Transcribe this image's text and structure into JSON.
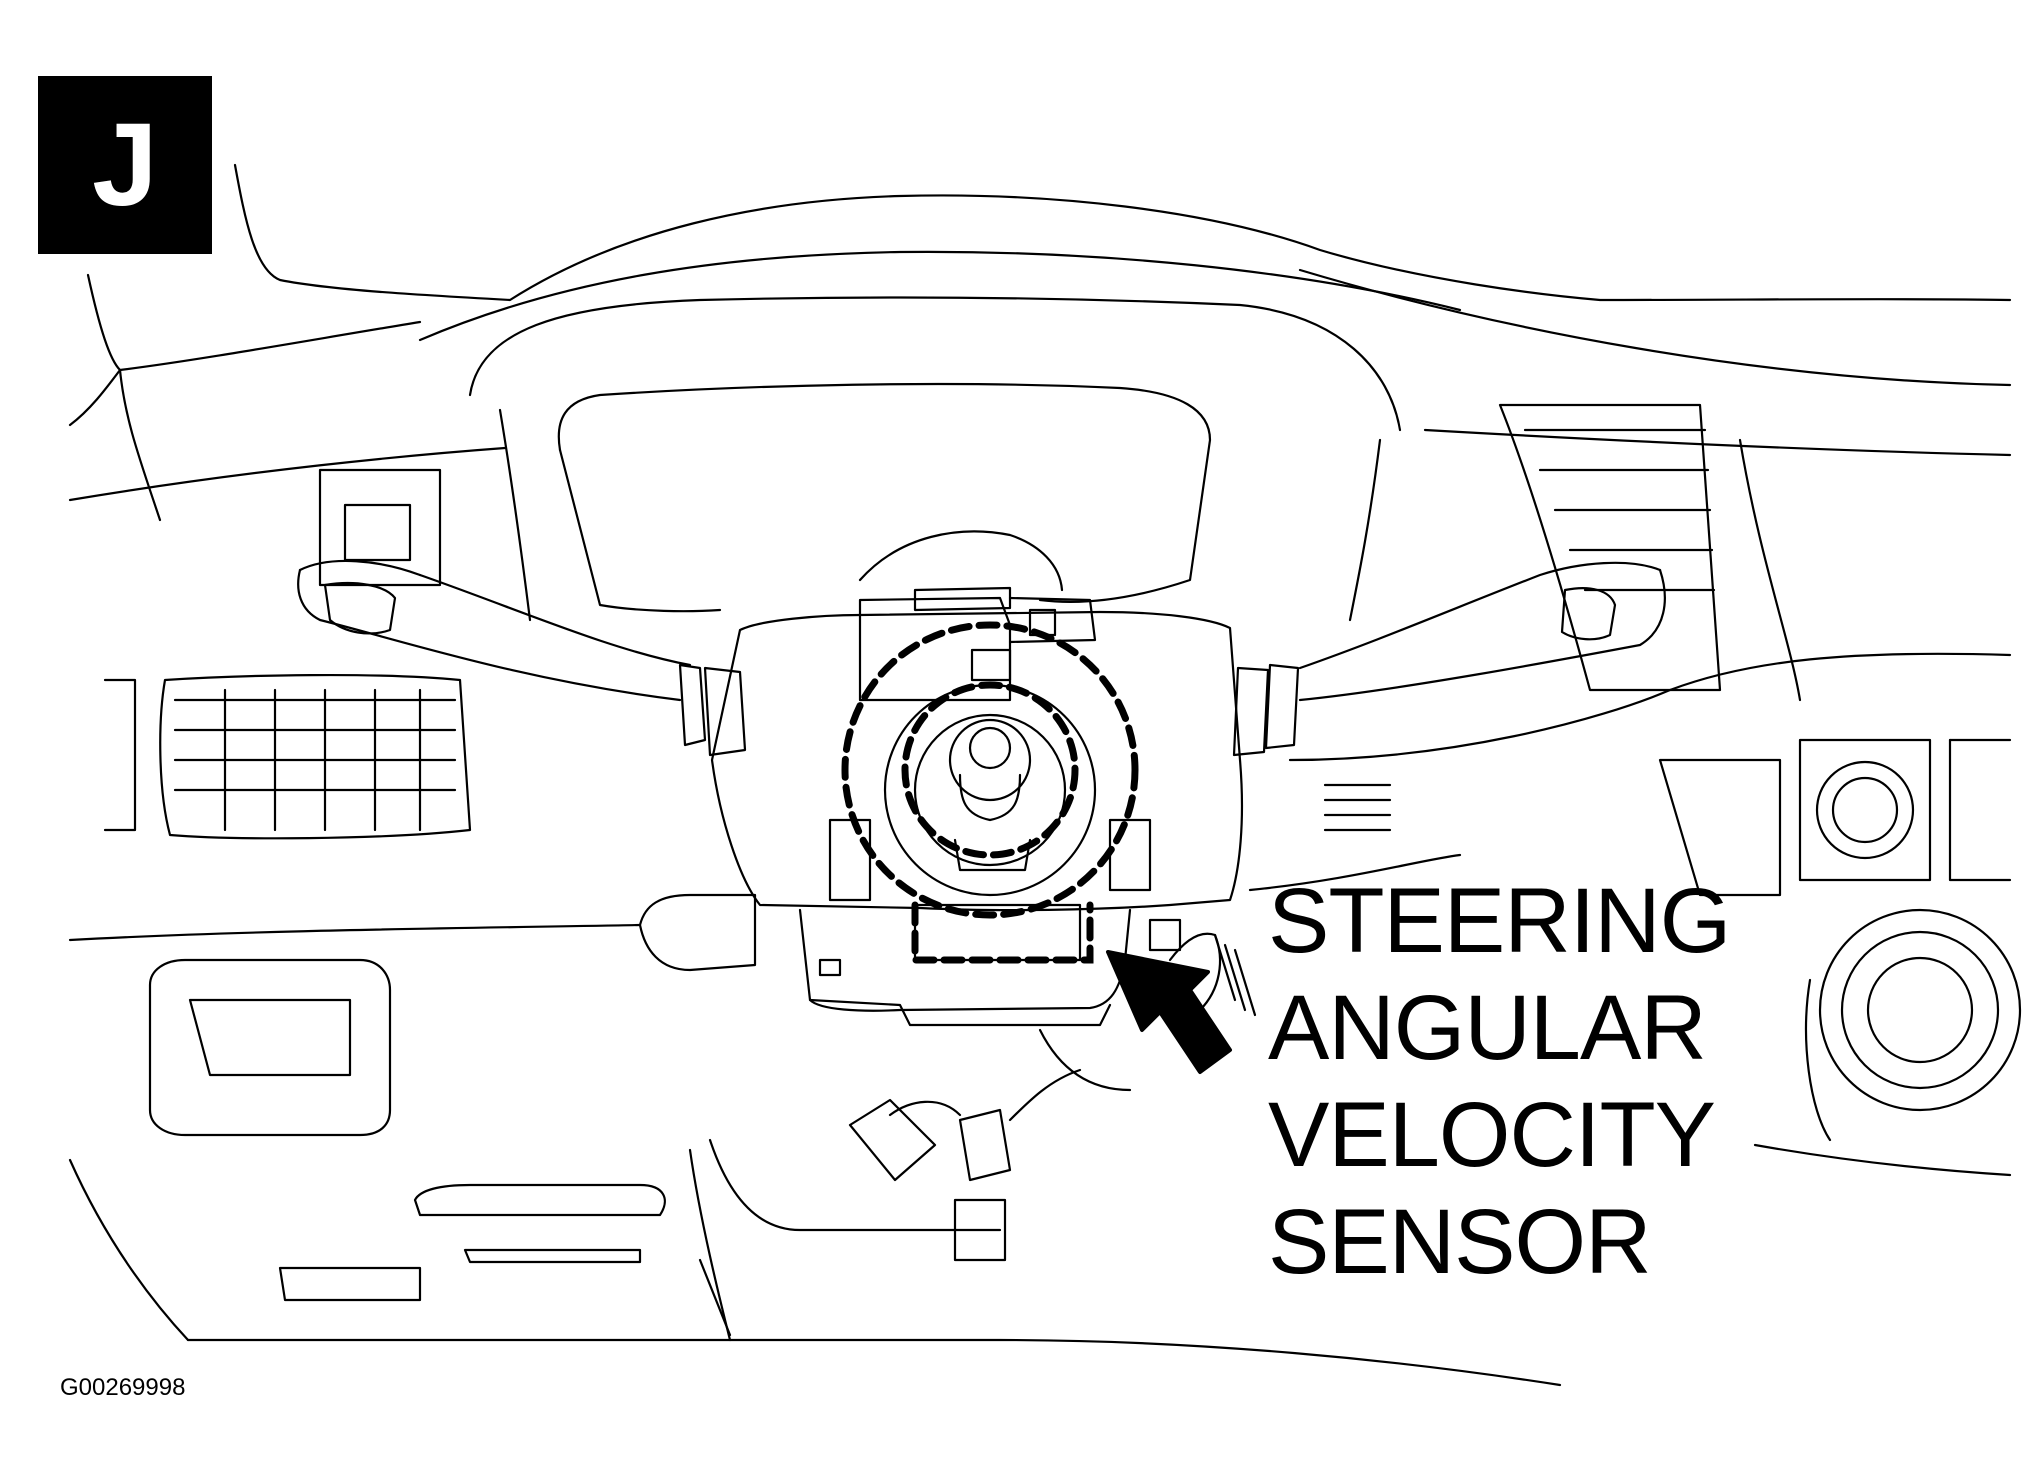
{
  "badge": {
    "letter": "J"
  },
  "callout": {
    "lines": [
      "STEERING",
      "ANGULAR",
      "VELOCITY",
      "SENSOR"
    ]
  },
  "figure_id": "G00269998",
  "colors": {
    "line": "#000000",
    "background": "#ffffff"
  }
}
